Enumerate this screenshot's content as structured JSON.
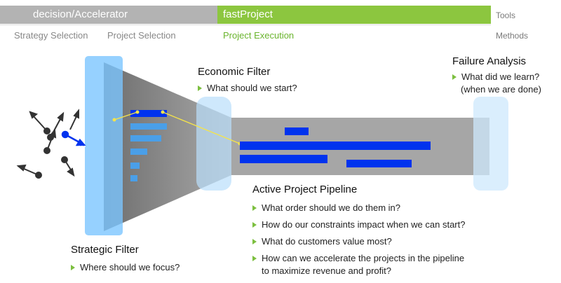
{
  "tools": {
    "decision_accelerator": "decision/Accelerator",
    "fast_project": "fastProject",
    "label": "Tools"
  },
  "methods": {
    "strategy_selection": "Strategy Selection",
    "project_selection": "Project Selection",
    "project_execution": "Project Execution",
    "label": "Methods"
  },
  "economic_filter": {
    "title": "Economic Filter",
    "bullets": [
      "What should we start?"
    ]
  },
  "failure_analysis": {
    "title": "Failure Analysis",
    "bullet_line1": "What did we learn?",
    "bullet_line2": "(when we are done)"
  },
  "active_pipeline": {
    "title": "Active Project Pipeline",
    "bullets": [
      "What order should we do them in?",
      "How do our constraints impact when we can start?",
      "What do customers value most?",
      "How can we accelerate the projects in the pipeline"
    ],
    "bullet4_line2": "to maximize revenue and profit?"
  },
  "strategic_filter": {
    "title": "Strategic Filter",
    "bullets": [
      "Where should we focus?"
    ]
  },
  "colors": {
    "band_gray": "#b3b3b3",
    "band_green": "#8cc63f",
    "methods_gray": "#888888",
    "methods_green": "#6ab42d",
    "filter_blue": "#7cc5ff",
    "project_blue": "#0033ee",
    "light_bar": "#4a9fe8",
    "funnel_gray": "#8a8a8a",
    "connector_yellow": "#f5e44a",
    "bullet_green": "#7cbf3f"
  }
}
